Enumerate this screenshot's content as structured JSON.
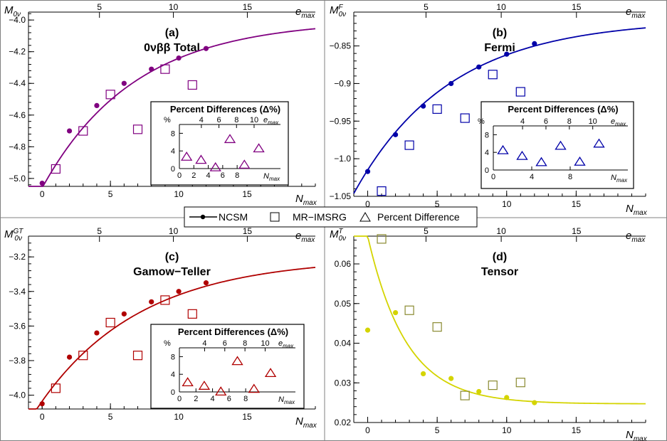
{
  "legend": {
    "ncsm": "NCSM",
    "mrimsrg": "MR−IMSRG",
    "pct": "Percent Difference"
  },
  "chart_data": [
    {
      "type": "line",
      "label": "(a)",
      "title": "0νββ Total",
      "ylabel": "M_0ν",
      "xlabel": "N_max",
      "top_label": "e_max",
      "color": "#800080",
      "xlim": [
        -1,
        20
      ],
      "ylim": [
        -5.05,
        -3.95
      ],
      "yticks": [
        -5.0,
        -4.8,
        -4.6,
        -4.4,
        -4.2,
        -4.0
      ],
      "xticks": [
        0,
        5,
        10,
        15
      ],
      "top_ticks": [
        5,
        10,
        15
      ],
      "curve": {
        "a": -4.0,
        "b": -1.06,
        "c": 0.148
      },
      "series": [
        {
          "name": "NCSM",
          "x": [
            0,
            2,
            4,
            6,
            8,
            10,
            12
          ],
          "y": [
            -5.03,
            -4.7,
            -4.54,
            -4.4,
            -4.31,
            -4.24,
            -4.18
          ]
        },
        {
          "name": "MR−IMSRG",
          "x": [
            1,
            3,
            5,
            7,
            9,
            11
          ],
          "y": [
            -4.94,
            -4.7,
            -4.47,
            -4.69,
            -4.31,
            -4.41
          ]
        }
      ],
      "inset": {
        "title": "Percent Differences (Δ%)",
        "ylabel": "%",
        "xlabel": "N_max",
        "top_label": "e_max",
        "xlim": [
          0,
          14
        ],
        "ylim": [
          0,
          10
        ],
        "xticks": [
          0,
          2,
          4,
          6,
          8
        ],
        "top_ticks": [
          4,
          6,
          8,
          10
        ],
        "yticks": [
          0,
          4,
          8
        ],
        "x": [
          1,
          3,
          5,
          7,
          9,
          11
        ],
        "y": [
          2.7,
          2.0,
          0.3,
          6.7,
          0.9,
          4.6
        ]
      }
    },
    {
      "type": "line",
      "label": "(b)",
      "title": "Fermi",
      "ylabel": "M^F_0ν",
      "xlabel": "N_max",
      "top_label": "e_max",
      "color": "#0000a8",
      "xlim": [
        -1,
        20
      ],
      "ylim": [
        -1.05,
        -0.805
      ],
      "yticks": [
        -1.05,
        -1.0,
        -0.95,
        -0.9,
        -0.85
      ],
      "xticks": [
        0,
        5,
        10,
        15
      ],
      "top_ticks": [
        5,
        10,
        15
      ],
      "curve": {
        "a": -0.815,
        "b": -0.2,
        "c": 0.145
      },
      "series": [
        {
          "name": "NCSM",
          "x": [
            0,
            2,
            4,
            6,
            8,
            10,
            12
          ],
          "y": [
            -1.017,
            -0.968,
            -0.93,
            -0.9,
            -0.878,
            -0.861,
            -0.847
          ]
        },
        {
          "name": "MR−IMSRG",
          "x": [
            1,
            3,
            5,
            7,
            9,
            11
          ],
          "y": [
            -1.043,
            -0.982,
            -0.934,
            -0.946,
            -0.888,
            -0.911
          ]
        }
      ],
      "inset": {
        "title": "Percent Differences (Δ%)",
        "ylabel": "%",
        "xlabel": "N_max",
        "top_label": "e_max",
        "xlim": [
          0,
          14
        ],
        "ylim": [
          0,
          10
        ],
        "xticks": [
          0,
          4,
          8
        ],
        "top_ticks": [
          4,
          6,
          8,
          10
        ],
        "yticks": [
          0,
          4,
          8
        ],
        "x": [
          1,
          3,
          5,
          7,
          9,
          11
        ],
        "y": [
          4.5,
          3.2,
          1.8,
          5.5,
          1.9,
          6.0
        ]
      }
    },
    {
      "type": "line",
      "label": "(c)",
      "title": "Gamow−Teller",
      "ylabel": "M^GT_0ν",
      "xlabel": "N_max",
      "top_label": "e_max",
      "color": "#b00000",
      "xlim": [
        -1,
        20
      ],
      "ylim": [
        -4.08,
        -3.08
      ],
      "yticks": [
        -4.0,
        -3.8,
        -3.6,
        -3.4,
        -3.2
      ],
      "xticks": [
        0,
        5,
        10,
        15
      ],
      "top_ticks": [
        5,
        10,
        15
      ],
      "curve": {
        "a": -3.205,
        "b": -0.83,
        "c": 0.135
      },
      "series": [
        {
          "name": "NCSM",
          "x": [
            0,
            2,
            4,
            6,
            8,
            10,
            12
          ],
          "y": [
            -4.05,
            -3.78,
            -3.64,
            -3.53,
            -3.46,
            -3.4,
            -3.35
          ]
        },
        {
          "name": "MR−IMSRG",
          "x": [
            1,
            3,
            5,
            7,
            9,
            11
          ],
          "y": [
            -3.96,
            -3.77,
            -3.58,
            -3.77,
            -3.45,
            -3.53
          ]
        }
      ],
      "inset": {
        "title": "Percent Differences (Δ%)",
        "ylabel": "%",
        "xlabel": "N_max",
        "top_label": "e_max",
        "xlim": [
          0,
          14
        ],
        "ylim": [
          0,
          10
        ],
        "xticks": [
          0,
          2,
          4,
          6,
          8
        ],
        "top_ticks": [
          4,
          6,
          8,
          10
        ],
        "yticks": [
          0,
          4,
          8
        ],
        "x": [
          1,
          3,
          5,
          7,
          9,
          11
        ],
        "y": [
          2.2,
          1.4,
          0.1,
          7.0,
          0.7,
          4.3
        ]
      }
    },
    {
      "type": "line",
      "label": "(d)",
      "title": "Tensor",
      "ylabel": "M^T_0ν",
      "xlabel": "N_max",
      "top_label": "e_max",
      "color": "#d4d400",
      "series_colors": [
        "#d4d400",
        "#8a8a30"
      ],
      "xlim": [
        -1,
        20
      ],
      "ylim": [
        0.02,
        0.067
      ],
      "yticks": [
        0.02,
        0.03,
        0.04,
        0.05,
        0.06
      ],
      "xticks": [
        0,
        5,
        10,
        15
      ],
      "top_ticks": [
        5,
        10,
        15
      ],
      "curve": {
        "a": 0.0247,
        "b": 0.0423,
        "c": 0.36
      },
      "series": [
        {
          "name": "NCSM",
          "x": [
            0,
            2,
            4,
            6,
            8,
            10,
            12
          ],
          "y": [
            0.0433,
            0.0477,
            0.0323,
            0.0311,
            0.0278,
            0.0263,
            0.025
          ]
        },
        {
          "name": "MR−IMSRG",
          "x": [
            1,
            3,
            5,
            7,
            9,
            11
          ],
          "y": [
            0.0663,
            0.0483,
            0.0441,
            0.0268,
            0.0294,
            0.0301
          ]
        }
      ]
    }
  ]
}
